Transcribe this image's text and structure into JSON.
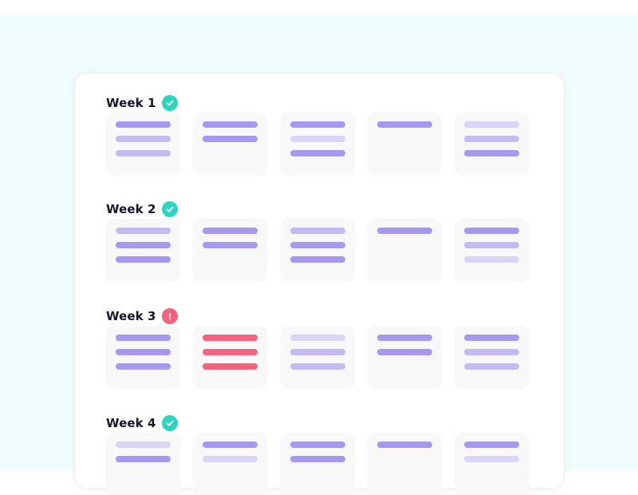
{
  "colors": {
    "bar_strong": "#a597f2",
    "bar_medium": "#c4bbf6",
    "bar_light": "#dad4f9",
    "bar_alert": "#f4627e",
    "status_ok": "#2dd4bf",
    "status_alert": "#f4627e"
  },
  "weeks": [
    {
      "title": "Week 1",
      "status": "complete",
      "status_icon": "check-circle-icon",
      "cards": [
        [
          "strong",
          "medium",
          "medium"
        ],
        [
          "strong",
          "strong"
        ],
        [
          "strong",
          "light",
          "strong"
        ],
        [
          "strong"
        ],
        [
          "light",
          "medium",
          "strong"
        ]
      ]
    },
    {
      "title": "Week 2",
      "status": "complete",
      "status_icon": "check-circle-icon",
      "cards": [
        [
          "medium",
          "strong",
          "strong"
        ],
        [
          "strong",
          "strong"
        ],
        [
          "medium",
          "strong",
          "strong"
        ],
        [
          "strong"
        ],
        [
          "strong",
          "medium",
          "light"
        ]
      ]
    },
    {
      "title": "Week 3",
      "status": "alert",
      "status_icon": "exclamation-circle-icon",
      "cards": [
        [
          "strong",
          "strong",
          "strong"
        ],
        [
          "alert",
          "alert",
          "alert"
        ],
        [
          "light",
          "medium",
          "medium"
        ],
        [
          "strong",
          "strong"
        ],
        [
          "strong",
          "medium",
          "medium"
        ]
      ]
    },
    {
      "title": "Week 4",
      "status": "complete",
      "status_icon": "check-circle-icon",
      "cards": [
        [
          "light",
          "strong"
        ],
        [
          "strong",
          "light"
        ],
        [
          "strong",
          "strong"
        ],
        [
          "strong"
        ],
        [
          "strong",
          "light"
        ]
      ]
    }
  ]
}
